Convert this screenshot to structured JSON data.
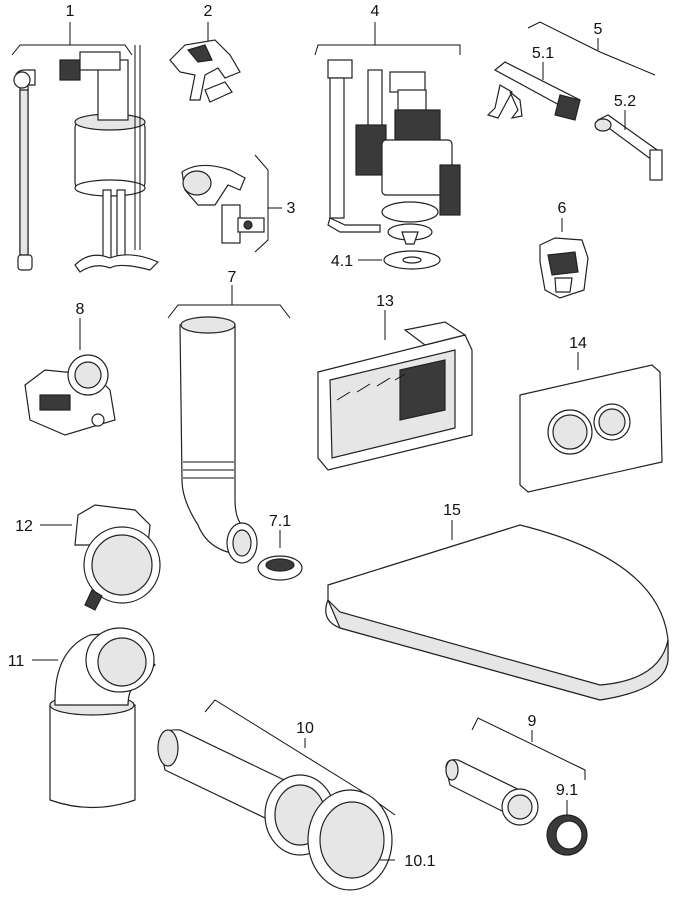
{
  "labels": {
    "p1": "1",
    "p2": "2",
    "p3": "3",
    "p4": "4",
    "p4_1": "4.1",
    "p5": "5",
    "p5_1": "5.1",
    "p5_2": "5.2",
    "p6": "6",
    "p7": "7",
    "p7_1": "7.1",
    "p8": "8",
    "p9": "9",
    "p9_1": "9.1",
    "p10": "10",
    "p10_1": "10.1",
    "p11": "11",
    "p12": "12",
    "p13": "13",
    "p14": "14",
    "p15": "15"
  }
}
